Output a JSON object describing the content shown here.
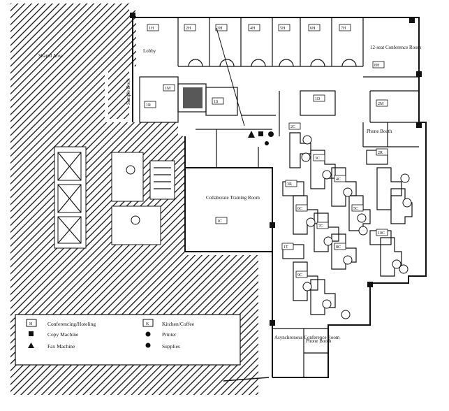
{
  "labels": {
    "lobby": "Lobby",
    "sample_dock": "Sample Dock",
    "confer_12": "12-seat Conference Room",
    "phone_booth": "Phone Booth",
    "training": "Collaborate Training Room",
    "asynchronous": "Asynchronous Conference Room",
    "phone_booth_bottom": "Phone Booth",
    "top_left": "Shared Area"
  },
  "room_tags": [
    "1H",
    "2H",
    "3H",
    "4H",
    "5H",
    "6H",
    "7H",
    "8H",
    "1M",
    "2M",
    "1D",
    "1S",
    "1R",
    "2R",
    "3R",
    "1T",
    "1C",
    "2C",
    "3C",
    "4C",
    "5C",
    "6C",
    "7C",
    "8C",
    "9C",
    "10C"
  ],
  "legend": {
    "items": [
      {
        "symbol": "H",
        "label": "Conferencing/Hoteling"
      },
      {
        "symbol": "square",
        "label": "Copy Machine"
      },
      {
        "symbol": "triangle",
        "label": "Fax Machine"
      },
      {
        "symbol": "K",
        "label": "Kitchen/Coffee"
      },
      {
        "symbol": "circle",
        "label": "Printer"
      },
      {
        "symbol": "circle",
        "label": "Supplies"
      }
    ]
  }
}
